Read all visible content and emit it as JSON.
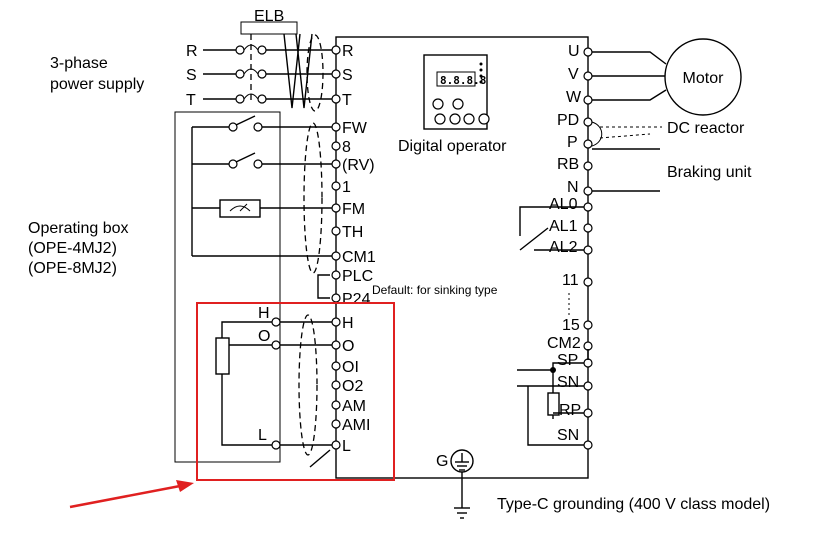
{
  "supply": {
    "title": "3-phase power supply",
    "title_lines": [
      "3-phase",
      "power supply"
    ],
    "phases": [
      "R",
      "S",
      "T"
    ],
    "breaker": "ELB"
  },
  "operating_box": {
    "lines": [
      "Operating box",
      "(OPE-4MJ2)",
      "(OPE-8MJ2)"
    ]
  },
  "digital_operator": {
    "label": "Digital operator",
    "display": "8.8.8.8"
  },
  "left_terminals": [
    "R",
    "S",
    "T",
    "FW",
    "8",
    "(RV)",
    "1",
    "FM",
    "TH",
    "CM1",
    "PLC",
    "P24",
    "H",
    "O",
    "OI",
    "O2",
    "AM",
    "AMI",
    "L"
  ],
  "box_pot_labels": [
    "H",
    "O",
    "L"
  ],
  "default_note": "Default: for sinking type",
  "right_terminals": [
    "U",
    "V",
    "W",
    "PD",
    "P",
    "RB",
    "N",
    "AL0",
    "AL1",
    "AL2",
    "11",
    "15",
    "CM2",
    "SP",
    "SN",
    "RP",
    "SN"
  ],
  "motor": "Motor",
  "dc_reactor": "DC reactor",
  "braking_unit": "Braking unit",
  "ground_symbol": "G",
  "grounding_note": "Type-C grounding (400 V class model)",
  "colors": {
    "highlight": "#e02020",
    "ink": "#000000"
  }
}
